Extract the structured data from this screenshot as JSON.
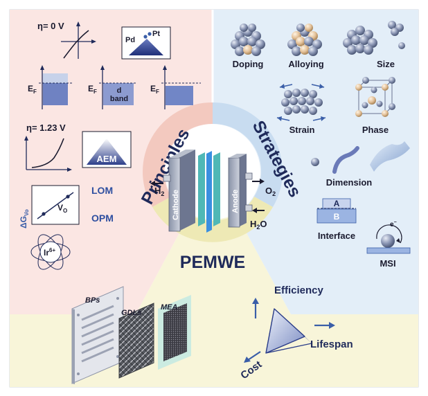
{
  "center": {
    "title": "PEMWE"
  },
  "principles": {
    "title": "Principles",
    "eta0": "η= 0 V",
    "eta123": "η= 1.23 V",
    "pd": "Pd",
    "pt": "Pt",
    "ef": "E",
    "ef_sub": "F",
    "dband_line1": "d",
    "dband_line2": "band",
    "aem": "AEM",
    "lom": "LOM",
    "opm": "OPM",
    "dg": "ΔG",
    "dg_sub": "Vo",
    "vo": "V",
    "vo_sub": "O",
    "ir": "Ir",
    "ir_sup": "6+"
  },
  "strategies": {
    "title": "Strategies",
    "doping": "Doping",
    "alloying": "Alloying",
    "size": "Size",
    "strain": "Strain",
    "phase": "Phase",
    "dimension": "Dimension",
    "interface": "Interface",
    "interface_a": "A",
    "interface_b": "B",
    "msi": "MSI",
    "electron": "e",
    "electron_sup": "−"
  },
  "cell": {
    "cathode": "Cathode",
    "anode": "Anode",
    "h2": "H",
    "h2_sub": "2",
    "o2": "O",
    "o2_sub": "2",
    "h2o_h": "H",
    "h2o_sub": "2",
    "h2o_o": "O"
  },
  "components": {
    "bps": "BPs",
    "gdls": "GDLs",
    "mea": "MEA"
  },
  "metrics": {
    "efficiency": "Efficiency",
    "lifespan": "Lifespan",
    "cost": "Cost"
  },
  "colors": {
    "principles_bg": "#fbe6e3",
    "strategies_bg": "#e3eef8",
    "pemwe_bg": "#f8f5d9",
    "ring_principles": "#f3c9bf",
    "ring_strategies": "#c8dcf0",
    "ring_pemwe": "#eee9b5",
    "navy": "#1f2a5a",
    "blue": "#3a5ea8"
  }
}
